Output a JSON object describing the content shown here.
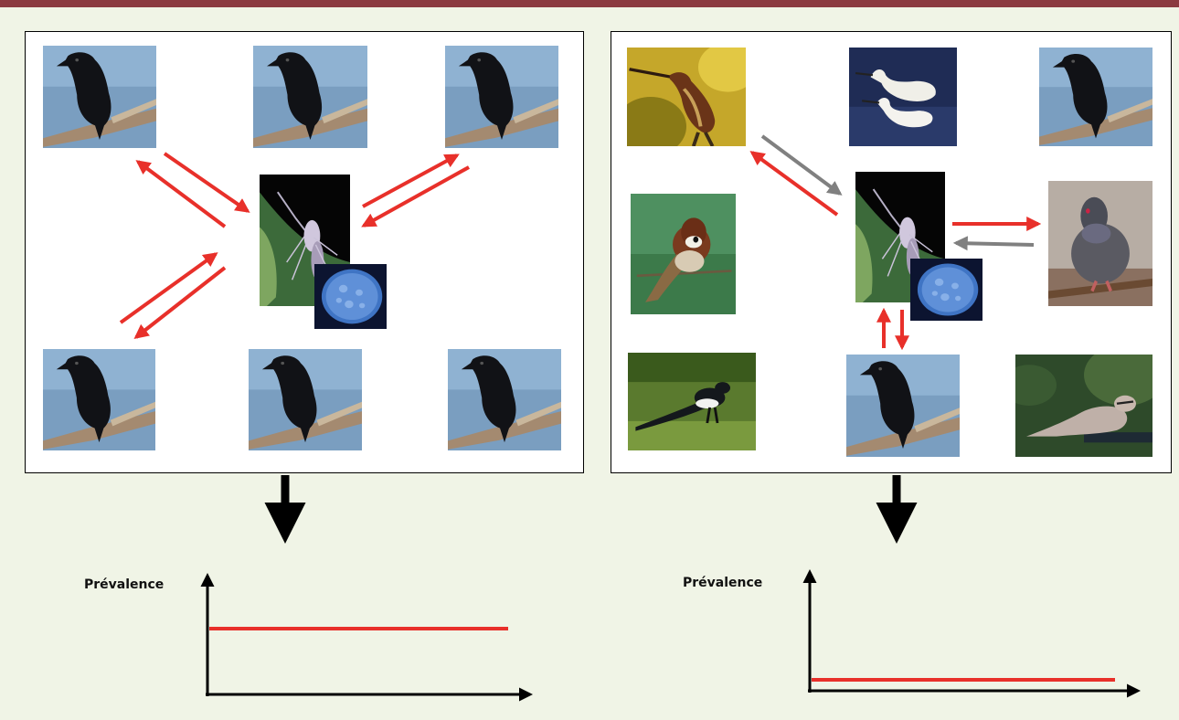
{
  "colors": {
    "top_bar": "#8b3a40",
    "background": "#f0f4e6",
    "transmission_arrow": "#e8302a",
    "weak_transmission_arrow": "#808080",
    "prevalence_line": "#e8302a",
    "axis": "#000000"
  },
  "left_scenario": {
    "hosts": [
      "crow",
      "crow",
      "crow",
      "crow",
      "crow",
      "crow"
    ],
    "vector": "mosquito",
    "pathogen": "virus",
    "prevalence_label": "Prévalence",
    "prevalence_level": 0.6
  },
  "right_scenario": {
    "hosts": [
      "heron",
      "egret",
      "crow",
      "sparrow",
      "pigeon",
      "magpie",
      "crow",
      "dove"
    ],
    "vector": "mosquito",
    "pathogen": "virus",
    "prevalence_label": "Prévalence",
    "prevalence_level": 0.1
  }
}
